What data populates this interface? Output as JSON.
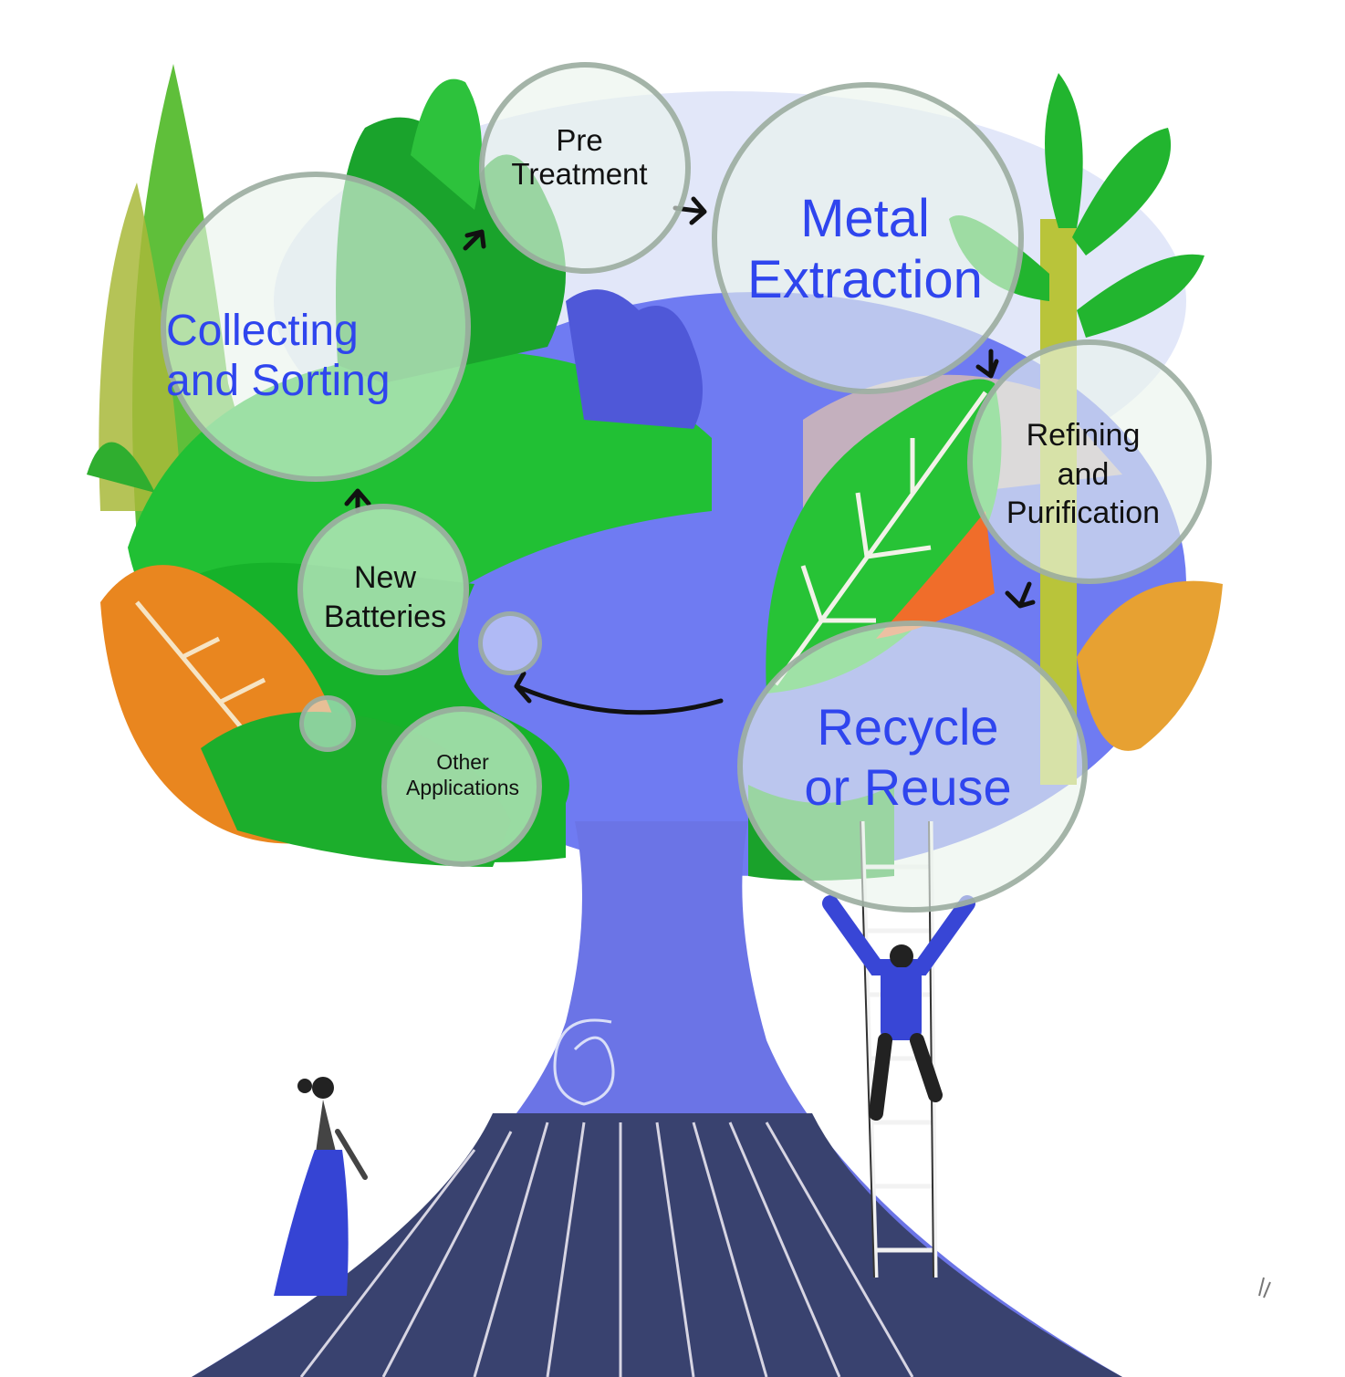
{
  "colors": {
    "accent_blue": "#2f45ee",
    "trunk_blue": "#6f79f0",
    "deep_blue": "#3a4472",
    "leaf_green": "#17c130",
    "dark_green": "#0f8f22",
    "orange": "#f07a1c",
    "bubble_border": "#96a89b",
    "text_dark": "#111111"
  },
  "stages": {
    "pre_treatment": "Pre\nTreatment",
    "metal_extraction": "Metal\nExtraction",
    "refining": "Refining\nand\nPurification",
    "recycle": "Recycle\nor Reuse",
    "other_applications": "Other\nApplications",
    "new_batteries": "New\nBatteries",
    "collecting": "Collecting\nand Sorting"
  }
}
